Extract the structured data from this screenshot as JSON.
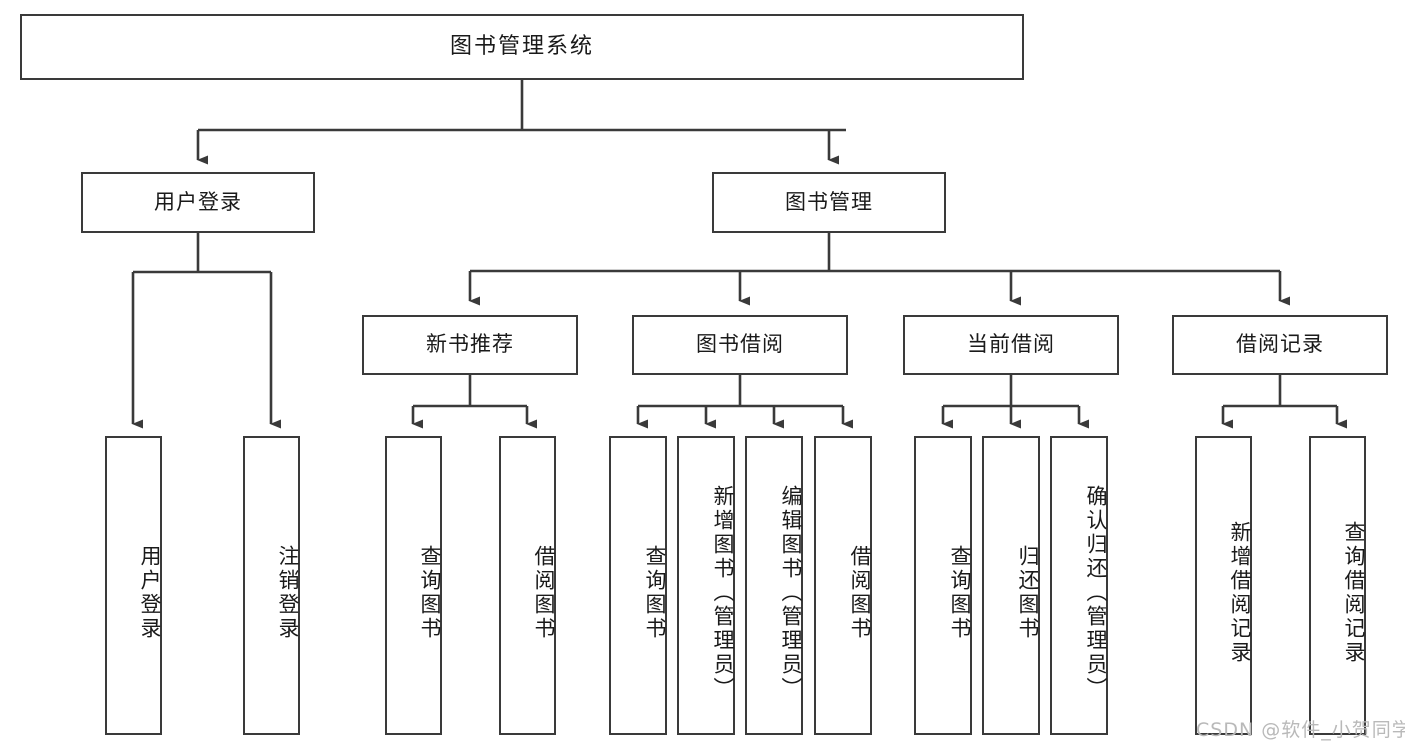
{
  "diagram": {
    "title": "图书管理系统",
    "watermark": "CSDN @软件_小贺同学",
    "line_color": "#3a3a3a",
    "box_fill": "#ffffff",
    "text_color": "#1a1a1a",
    "watermark_color": "#b9b9b9"
  },
  "nodes": {
    "root": {
      "label": "图书管理系统"
    },
    "level2": [
      {
        "label": "用户登录"
      },
      {
        "label": "图书管理"
      }
    ],
    "level3": [
      {
        "label": "新书推荐"
      },
      {
        "label": "图书借阅"
      },
      {
        "label": "当前借阅"
      },
      {
        "label": "借阅记录"
      }
    ],
    "leaves_user_login": [
      {
        "label": "用户登录"
      },
      {
        "label": "注销登录"
      }
    ],
    "leaves_new_book": [
      {
        "label": "查询图书"
      },
      {
        "label": "借阅图书"
      }
    ],
    "leaves_borrow": [
      {
        "label": "查询图书"
      },
      {
        "label": "新增图书（管理员）"
      },
      {
        "label": "编辑图书（管理员）"
      },
      {
        "label": "借阅图书"
      }
    ],
    "leaves_current": [
      {
        "label": "查询图书"
      },
      {
        "label": "归还图书"
      },
      {
        "label": "确认归还（管理员）"
      }
    ],
    "leaves_records": [
      {
        "label": "新增借阅记录"
      },
      {
        "label": "查询借阅记录"
      }
    ]
  },
  "chart_data": {
    "type": "diagram",
    "subtype": "tree-hierarchy",
    "title": "图书管理系统",
    "orientation": "top-down",
    "tree": {
      "name": "图书管理系统",
      "children": [
        {
          "name": "用户登录",
          "children": [
            {
              "name": "用户登录"
            },
            {
              "name": "注销登录"
            }
          ]
        },
        {
          "name": "图书管理",
          "children": [
            {
              "name": "新书推荐",
              "children": [
                {
                  "name": "查询图书"
                },
                {
                  "name": "借阅图书"
                }
              ]
            },
            {
              "name": "图书借阅",
              "children": [
                {
                  "name": "查询图书"
                },
                {
                  "name": "新增图书（管理员）"
                },
                {
                  "name": "编辑图书（管理员）"
                },
                {
                  "name": "借阅图书"
                }
              ]
            },
            {
              "name": "当前借阅",
              "children": [
                {
                  "name": "查询图书"
                },
                {
                  "name": "归还图书"
                },
                {
                  "name": "确认归还（管理员）"
                }
              ]
            },
            {
              "name": "借阅记录",
              "children": [
                {
                  "name": "新增借阅记录"
                },
                {
                  "name": "查询借阅记录"
                }
              ]
            }
          ]
        }
      ]
    }
  }
}
